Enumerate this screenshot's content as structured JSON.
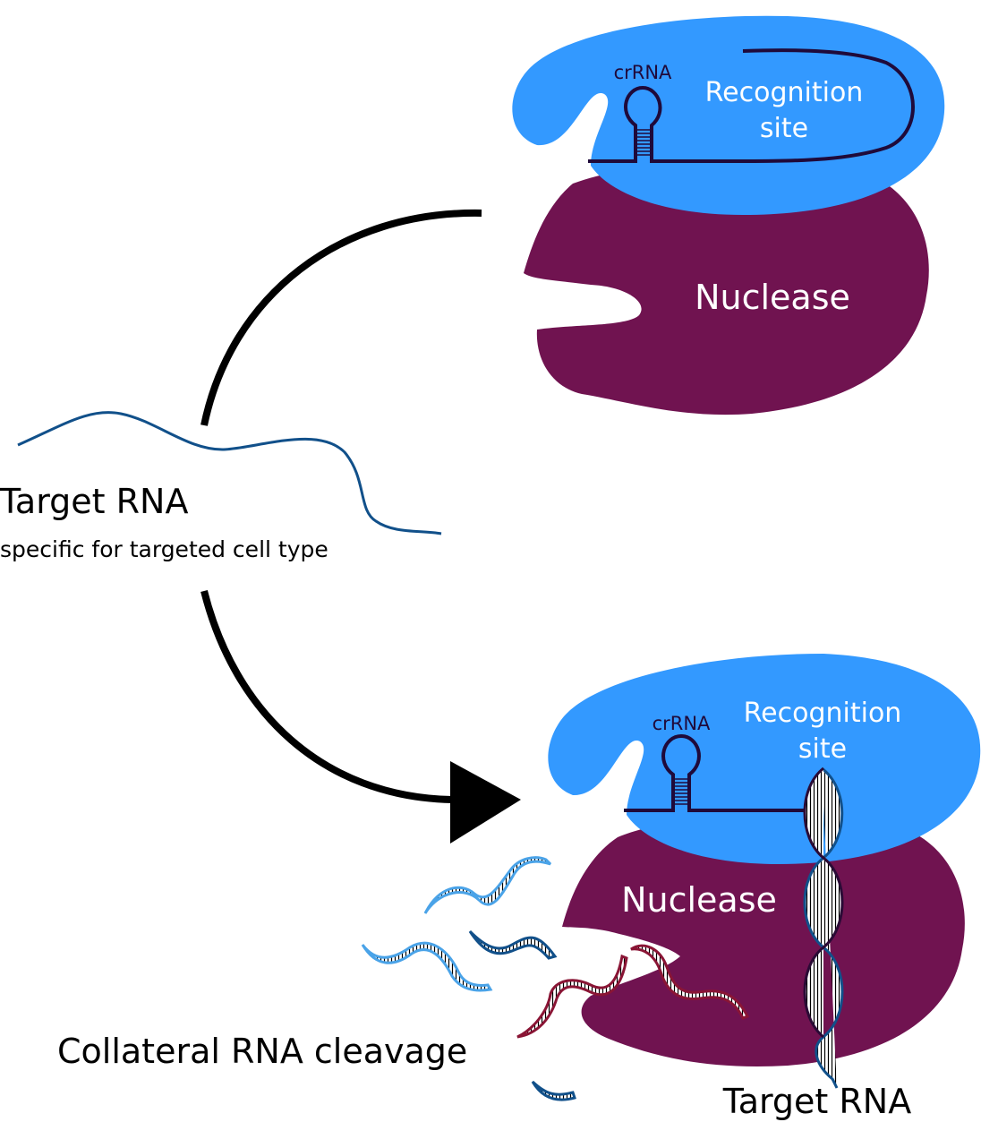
{
  "colors": {
    "recognition_blue": "#3399ff",
    "nuclease_purple": "#701350",
    "crrna_dark": "#1f0a3a",
    "target_rna_blue": "#11508a",
    "light_rna_blue": "#4aa3e8",
    "cleaved_rna_red": "#8a1535",
    "arrow": "#000000",
    "label_white": "#ffffff",
    "label_black": "#000000"
  },
  "top_complex": {
    "crrna_label": "crRNA",
    "recognition_label_line1": "Recognition",
    "recognition_label_line2": "site",
    "nuclease_label": "Nuclease"
  },
  "free_target": {
    "title": "Target RNA",
    "subtitle": "specific for targeted cell type"
  },
  "bottom_complex": {
    "crrna_label": "crRNA",
    "recognition_label_line1": "Recognition",
    "recognition_label_line2": "site",
    "nuclease_label": "Nuclease",
    "target_label": "Target RNA",
    "collateral_label": "Collateral RNA cleavage"
  }
}
